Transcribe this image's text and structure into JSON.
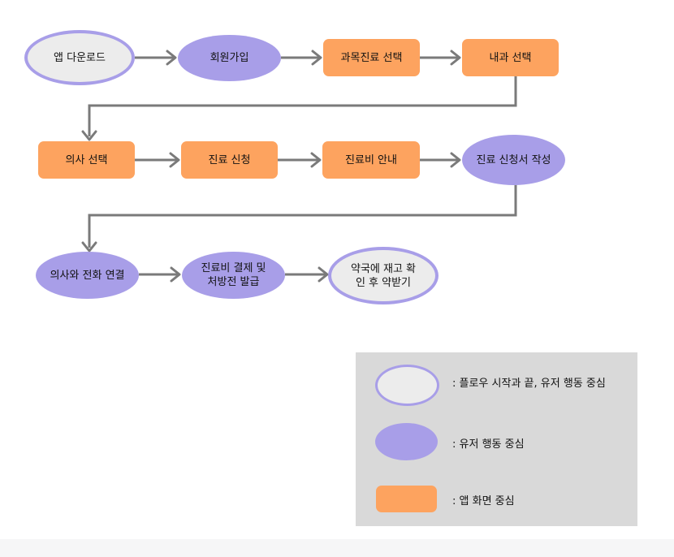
{
  "colors": {
    "terminal_fill": "#ececec",
    "terminal_border": "#a89ee8",
    "user_action": "#a89ee8",
    "app_screen": "#fda35f",
    "connector": "#7a7a7a",
    "legend_bg": "#d9d9d9"
  },
  "nodes": {
    "app_download": "앱 다운로드",
    "sign_up": "회원가입",
    "select_department": "과목진료 선택",
    "select_internal_medicine": "내과 선택",
    "select_doctor": "의사 선택",
    "request_consultation": "진료 신청",
    "fee_notice": "진료비 안내",
    "write_application": "진료 신청서 작성",
    "call_doctor": "의사와 전화 연결",
    "payment_prescription": "진료비 결제 및\n처방전 발급",
    "pharmacy_pickup": "약국에 재고 확\n인 후 약받기"
  },
  "legend": {
    "terminal": ": 플로우 시작과 끝, 유저 행동 중심",
    "user_action": ":  유저 행동 중심",
    "app_screen": ":  앱 화면 중심"
  }
}
